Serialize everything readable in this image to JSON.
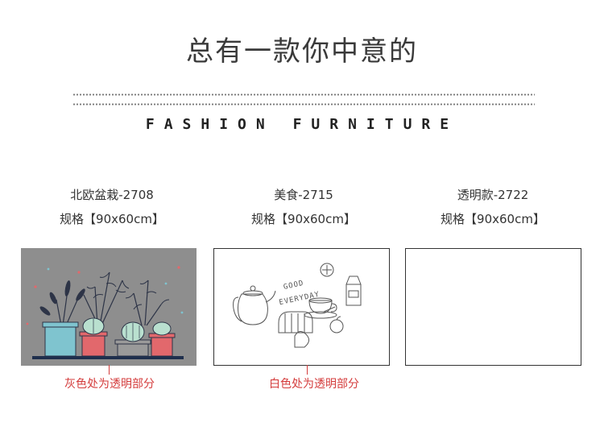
{
  "header": {
    "title": "总有一款你中意的",
    "subtitle": "FASHION FURNITURE"
  },
  "products": [
    {
      "name": "北欧盆栽-2708",
      "spec": "规格【90x60cm】",
      "note": "灰色处为透明部分",
      "background": "#8e8e8e"
    },
    {
      "name": "美食-2715",
      "spec": "规格【90x60cm】",
      "note": "白色处为透明部分",
      "background": "#ffffff"
    },
    {
      "name": "透明款-2722",
      "spec": "规格【90x60cm】",
      "background": "#ffffff"
    }
  ],
  "illustrations": {
    "food_text_line1": "GOOD",
    "food_text_line2": "EVERYDAY"
  },
  "colors": {
    "accent_red": "#d43c3c",
    "pot_teal": "#7fc4cf",
    "pot_pink": "#e2686c",
    "shelf_navy": "#1f2f4d"
  }
}
